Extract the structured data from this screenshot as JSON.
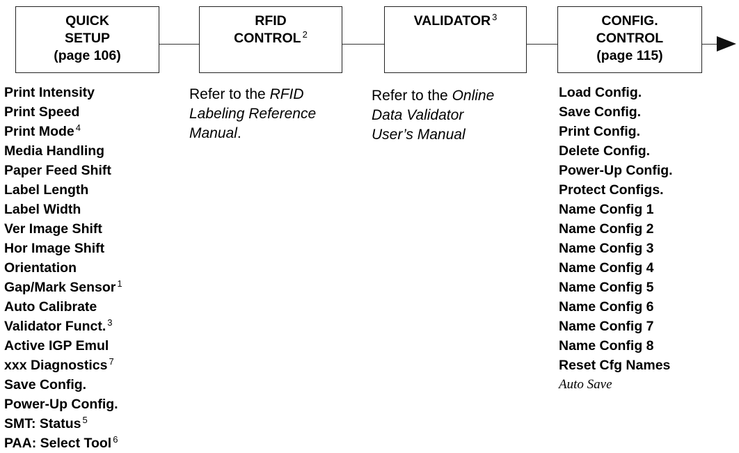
{
  "boxes": {
    "quick_setup": {
      "line1": "QUICK",
      "line2": "SETUP",
      "line3": "(page 106)"
    },
    "rfid_control": {
      "line1": "RFID",
      "line2": "CONTROL",
      "sup": "2"
    },
    "validator": {
      "line1": "VALIDATOR",
      "sup": "3"
    },
    "config_control": {
      "line1": "CONFIG.",
      "line2": "CONTROL",
      "line3": "(page 115)"
    }
  },
  "quick_setup_items": [
    {
      "label": "Print Intensity",
      "sup": ""
    },
    {
      "label": "Print Speed",
      "sup": ""
    },
    {
      "label": "Print Mode",
      "sup": "4"
    },
    {
      "label": "Media Handling",
      "sup": ""
    },
    {
      "label": "Paper Feed Shift",
      "sup": ""
    },
    {
      "label": "Label Length",
      "sup": ""
    },
    {
      "label": "Label Width",
      "sup": ""
    },
    {
      "label": "Ver Image Shift",
      "sup": ""
    },
    {
      "label": "Hor Image Shift",
      "sup": ""
    },
    {
      "label": "Orientation",
      "sup": ""
    },
    {
      "label": "Gap/Mark Sensor",
      "sup": "1"
    },
    {
      "label": "Auto Calibrate",
      "sup": ""
    },
    {
      "label": "Validator Funct.",
      "sup": "3"
    },
    {
      "label": "Active IGP Emul",
      "sup": ""
    },
    {
      "label": "xxx Diagnostics",
      "sup": "7"
    },
    {
      "label": "Save Config.",
      "sup": ""
    },
    {
      "label": "Power-Up Config.",
      "sup": ""
    },
    {
      "label": "SMT: Status",
      "sup": "5"
    },
    {
      "label": "PAA: Select Tool",
      "sup": "6"
    }
  ],
  "rfid_ref": {
    "prefix": "Refer to the ",
    "italic1": "RFID",
    "italic2": "Labeling Reference",
    "italic3": "Manual",
    "suffix": "."
  },
  "validator_ref": {
    "prefix": "Refer to the ",
    "italic1": "Online",
    "italic2": "Data Validator",
    "italic3": "User’s Manual"
  },
  "config_control_items": [
    "Load Config.",
    "Save Config.",
    "Print Config.",
    "Delete Config.",
    "Power-Up Config.",
    "Protect Configs.",
    "Name Config 1",
    "Name Config 2",
    "Name Config 3",
    "Name Config 4",
    "Name Config 5",
    "Name Config 6",
    "Name Config 7",
    "Name Config 8",
    "Reset Cfg Names"
  ],
  "config_control_footer": "Auto Save"
}
